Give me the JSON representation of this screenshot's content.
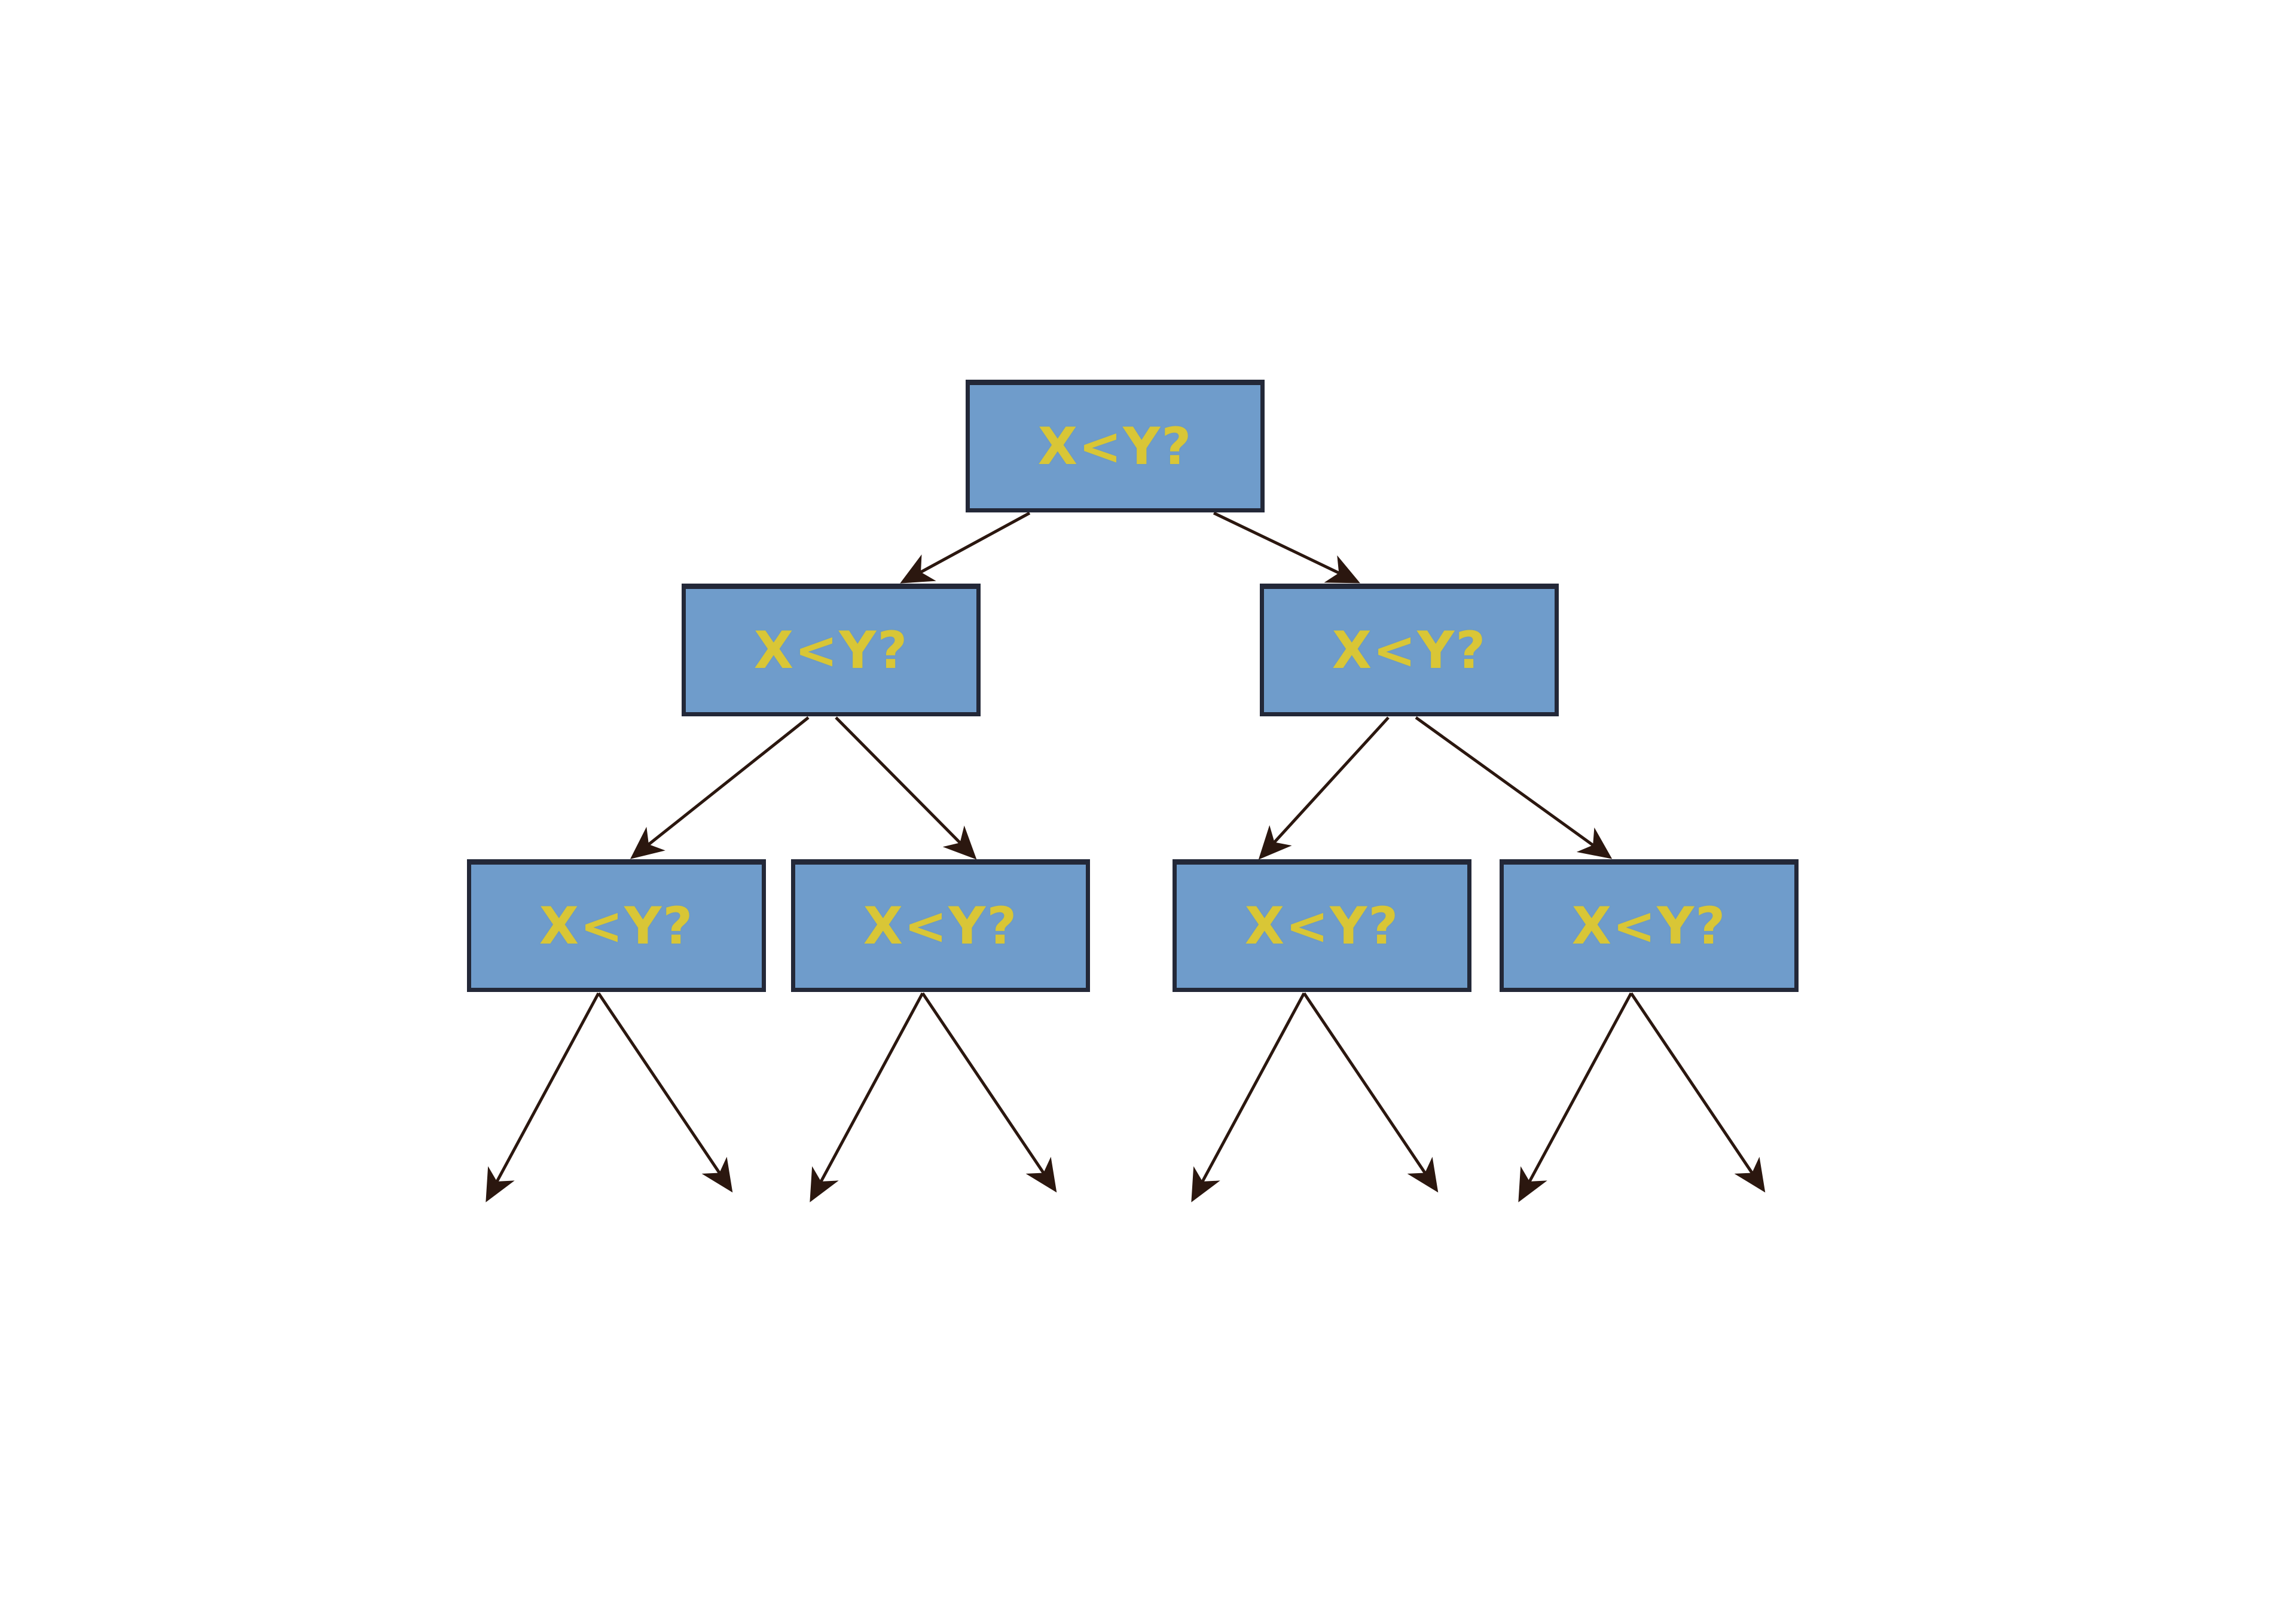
{
  "diagram": {
    "type": "binary-decision-tree",
    "levels": 3,
    "node_label": "X<Y?",
    "colors": {
      "background": "#ffffff",
      "box_fill": "#6f9ccb",
      "box_border": "#232838",
      "label_text": "#d9c636",
      "arrow": "#2b170f"
    },
    "nodes": [
      {
        "id": "root",
        "label": "X<Y?"
      },
      {
        "id": "left",
        "label": "X<Y?"
      },
      {
        "id": "right",
        "label": "X<Y?"
      },
      {
        "id": "left-left",
        "label": "X<Y?"
      },
      {
        "id": "left-right",
        "label": "X<Y?"
      },
      {
        "id": "right-left",
        "label": "X<Y?"
      },
      {
        "id": "right-right",
        "label": "X<Y?"
      }
    ],
    "edges": [
      {
        "from": "root",
        "to": "left"
      },
      {
        "from": "root",
        "to": "right"
      },
      {
        "from": "left",
        "to": "left-left"
      },
      {
        "from": "left",
        "to": "left-right"
      },
      {
        "from": "right",
        "to": "right-left"
      },
      {
        "from": "right",
        "to": "right-right"
      },
      {
        "from": "left-left",
        "to": "leaf"
      },
      {
        "from": "left-left",
        "to": "leaf"
      },
      {
        "from": "left-right",
        "to": "leaf"
      },
      {
        "from": "left-right",
        "to": "leaf"
      },
      {
        "from": "right-left",
        "to": "leaf"
      },
      {
        "from": "right-left",
        "to": "leaf"
      },
      {
        "from": "right-right",
        "to": "leaf"
      },
      {
        "from": "right-right",
        "to": "leaf"
      }
    ]
  }
}
